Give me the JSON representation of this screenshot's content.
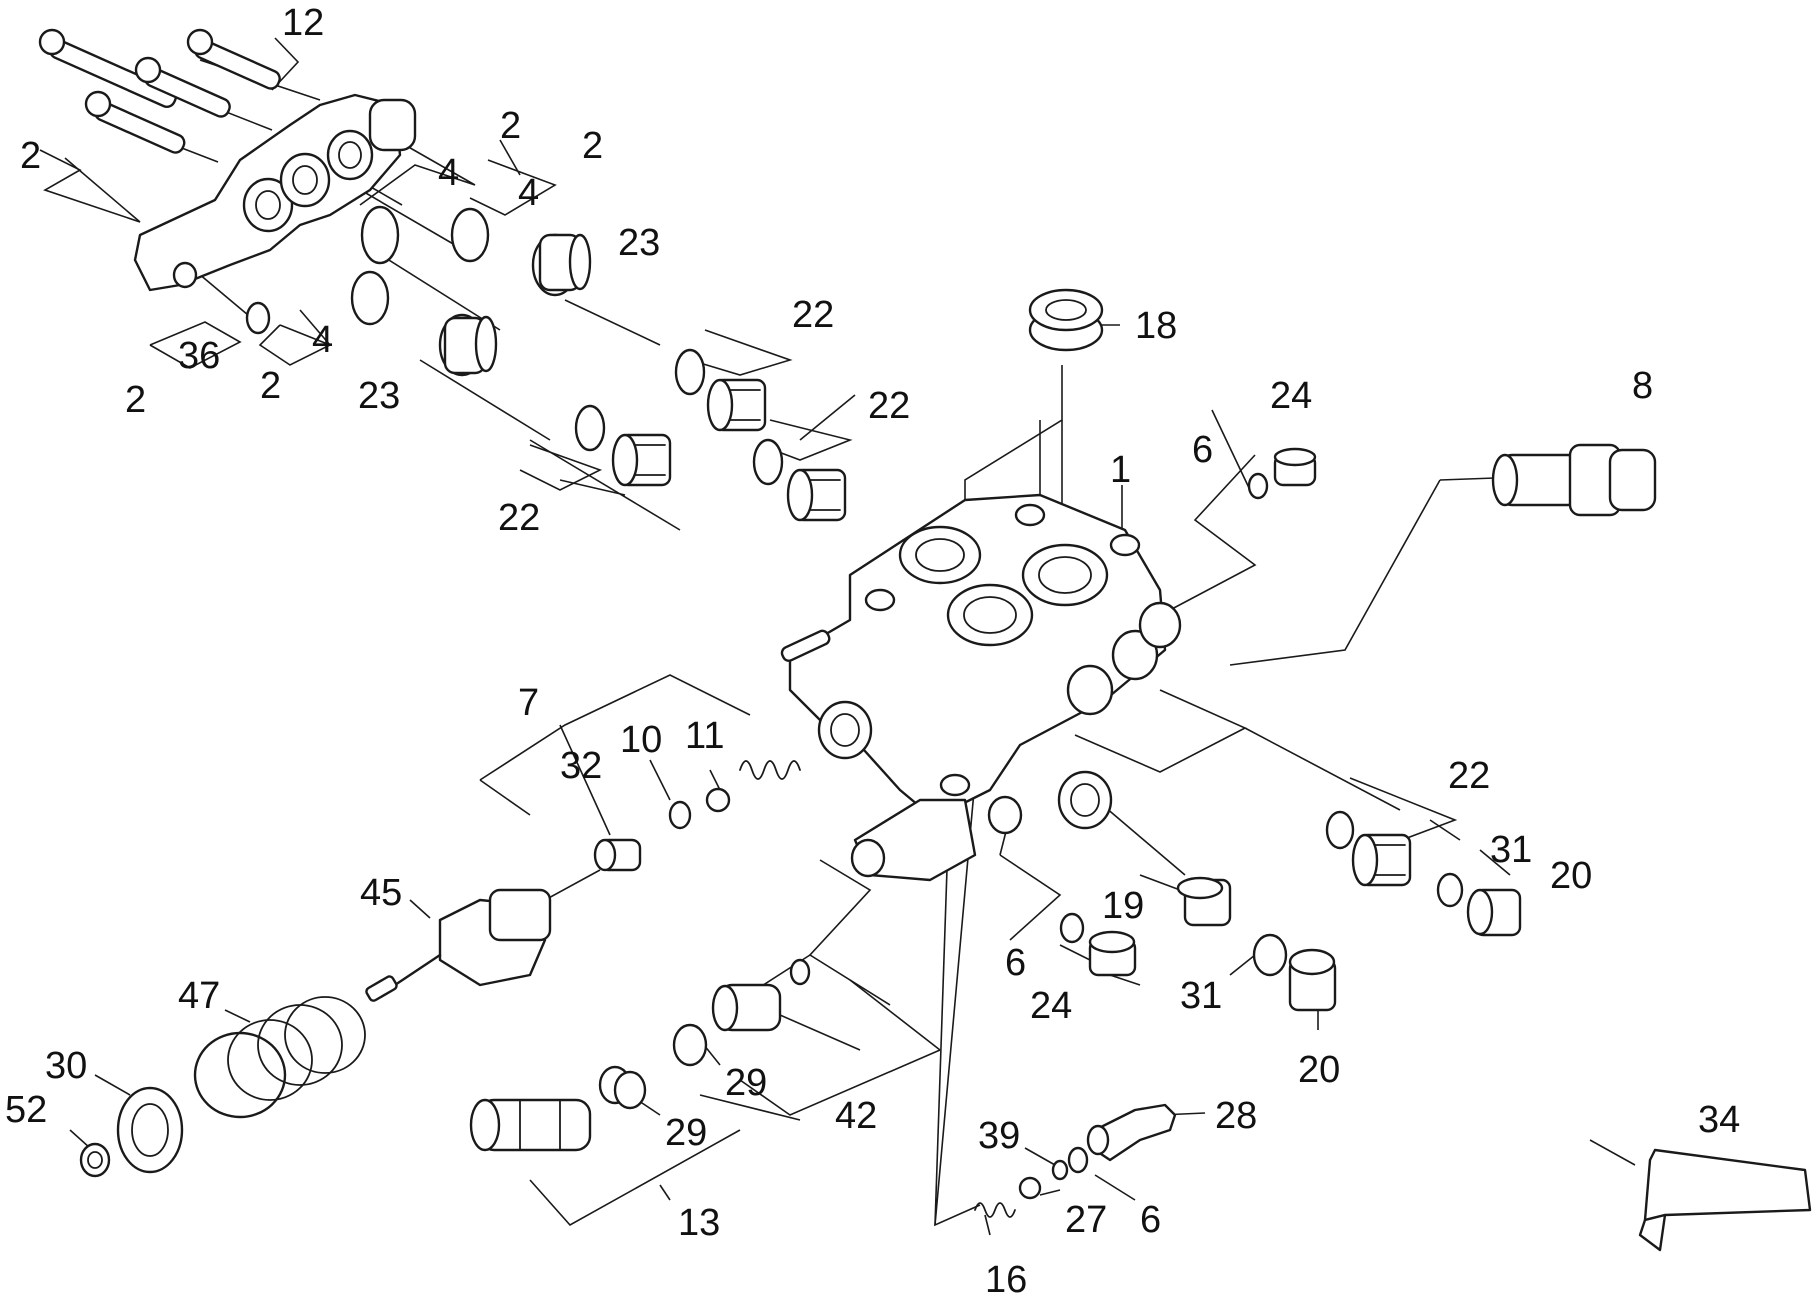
{
  "callouts": [
    {
      "id": "c12",
      "text": "12"
    },
    {
      "id": "c2a",
      "text": "2"
    },
    {
      "id": "c2b",
      "text": "2"
    },
    {
      "id": "c2c",
      "text": "2"
    },
    {
      "id": "c4a",
      "text": "4"
    },
    {
      "id": "c4b",
      "text": "4"
    },
    {
      "id": "c23a",
      "text": "23"
    },
    {
      "id": "c36",
      "text": "36"
    },
    {
      "id": "c2d",
      "text": "2"
    },
    {
      "id": "c4c",
      "text": "4"
    },
    {
      "id": "c2e",
      "text": "2"
    },
    {
      "id": "c23b",
      "text": "23"
    },
    {
      "id": "c22a",
      "text": "22"
    },
    {
      "id": "c22b",
      "text": "22"
    },
    {
      "id": "c22c",
      "text": "22"
    },
    {
      "id": "c18",
      "text": "18"
    },
    {
      "id": "c24a",
      "text": "24"
    },
    {
      "id": "c8",
      "text": "8"
    },
    {
      "id": "c6a",
      "text": "6"
    },
    {
      "id": "c1",
      "text": "1"
    },
    {
      "id": "c7",
      "text": "7"
    },
    {
      "id": "c10",
      "text": "10"
    },
    {
      "id": "c11",
      "text": "11"
    },
    {
      "id": "c32",
      "text": "32"
    },
    {
      "id": "c45",
      "text": "45"
    },
    {
      "id": "c22d",
      "text": "22"
    },
    {
      "id": "c31a",
      "text": "31"
    },
    {
      "id": "c20a",
      "text": "20"
    },
    {
      "id": "c19",
      "text": "19"
    },
    {
      "id": "c6b",
      "text": "6"
    },
    {
      "id": "c24b",
      "text": "24"
    },
    {
      "id": "c31b",
      "text": "31"
    },
    {
      "id": "c20b",
      "text": "20"
    },
    {
      "id": "c47",
      "text": "47"
    },
    {
      "id": "c30",
      "text": "30"
    },
    {
      "id": "c52",
      "text": "52"
    },
    {
      "id": "c29a",
      "text": "29"
    },
    {
      "id": "c29b",
      "text": "29"
    },
    {
      "id": "c42",
      "text": "42"
    },
    {
      "id": "c13",
      "text": "13"
    },
    {
      "id": "c39",
      "text": "39"
    },
    {
      "id": "c28",
      "text": "28"
    },
    {
      "id": "c27",
      "text": "27"
    },
    {
      "id": "c6c",
      "text": "6"
    },
    {
      "id": "c16",
      "text": "16"
    },
    {
      "id": "c34",
      "text": "34"
    }
  ]
}
